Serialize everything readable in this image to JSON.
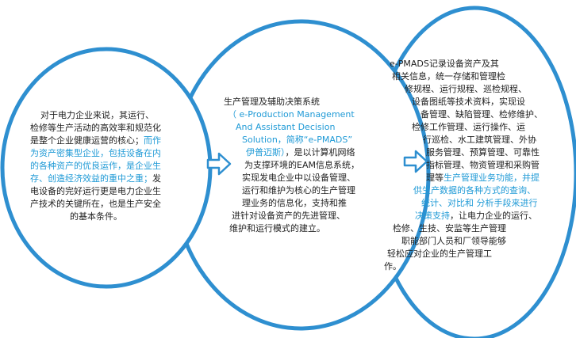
{
  "colors": {
    "circle_stroke": "#2e8fd0",
    "highlight": "#1f9ad6",
    "text": "#222222",
    "arrow_fill": "#ffffff"
  },
  "circle1": {
    "lines": [
      [
        {
          "t": "对于电力企业来说，其运行、"
        }
      ],
      [
        {
          "t": "检修等生产活动的高效率和规范化"
        }
      ],
      [
        {
          "t": "是整个企业健康运营的核心；"
        },
        {
          "t": "而作",
          "hl": true
        }
      ],
      [
        {
          "t": "为资产密集型企业，包括设备在内",
          "hl": true
        }
      ],
      [
        {
          "t": "的各种资产的优良运作，是企业生",
          "hl": true
        }
      ],
      [
        {
          "t": "存、创造经济效益的重中之重；",
          "hl": true
        },
        {
          "t": "发"
        }
      ],
      [
        {
          "t": "电设备的完好运行更是电力企业生"
        }
      ],
      [
        {
          "t": "产技术的关键所在，也是生产安全"
        }
      ],
      [
        {
          "t": "的基本条件。"
        }
      ]
    ]
  },
  "circle2": {
    "lines": [
      [
        {
          "t": "生产管理及辅助决策系统"
        }
      ],
      [
        {
          "t": "（ e-Production Management",
          "hl": true
        }
      ],
      [
        {
          "t": "And Assistant Decision",
          "hl": true
        }
      ],
      [
        {
          "t": "Solution，简称“e-PMADS”",
          "hl": true
        }
      ],
      [
        {
          "t": "伊普迈斯）",
          "hl": true
        },
        {
          "t": "，是以计算机网络"
        }
      ],
      [
        {
          "t": "为支撑环境的EAM信息系统，"
        }
      ],
      [
        {
          "t": "实现发电企业中以设备管理、"
        }
      ],
      [
        {
          "t": "运行和维护为核心的生产管理"
        }
      ],
      [
        {
          "t": "理业务的信息化，支持和推"
        }
      ],
      [
        {
          "t": "进针对设备资产的先进管理、"
        }
      ],
      [
        {
          "t": "维护和运行模式的建立。"
        }
      ]
    ]
  },
  "circle3": {
    "lines": [
      [
        {
          "t": "e-PMADS记录设备资产及其"
        }
      ],
      [
        {
          "t": "相关信息，统一存储和管理检"
        }
      ],
      [
        {
          "t": "修规程、运行规程、巡检规程、"
        }
      ],
      [
        {
          "t": "设备图纸等技术资料，实现设"
        }
      ],
      [
        {
          "t": "备管理、缺陷管理、检修维护、"
        }
      ],
      [
        {
          "t": "检修工作管理、运行操作、运"
        }
      ],
      [
        {
          "t": "行巡检、水工建筑管理、外协"
        }
      ],
      [
        {
          "t": "服务管理、预算管理、可靠性"
        }
      ],
      [
        {
          "t": "指标管理、物资管理和采购管"
        }
      ],
      [
        {
          "t": "理等"
        },
        {
          "t": "生产管理业务功能，并提",
          "hl": true
        }
      ],
      [
        {
          "t": "供生产数据的各种方式的查询、",
          "hl": true
        }
      ],
      [
        {
          "t": "统计、对比和 分析手段来进行",
          "hl": true
        }
      ],
      [
        {
          "t": "决策支持",
          "hl": true
        },
        {
          "t": "，让电力企业的运行、"
        }
      ],
      [
        {
          "t": "检修、生技、安监等生产管理"
        }
      ],
      [
        {
          "t": "职能部门人员和厂领导能够"
        }
      ],
      [
        {
          "t": "轻松应对企业的生产管理工"
        }
      ],
      [
        {
          "t": "作。"
        }
      ]
    ]
  }
}
